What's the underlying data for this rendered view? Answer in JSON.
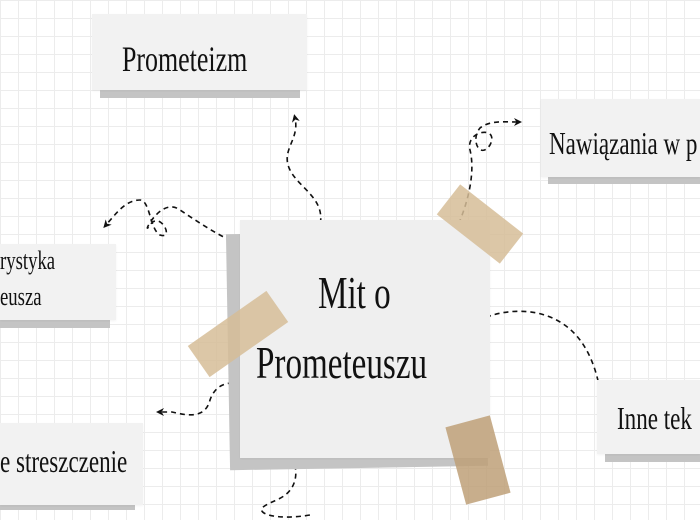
{
  "center": {
    "line1": "Mit o",
    "line2": "Prometeuszu"
  },
  "branches": [
    {
      "label": "Prometeizm"
    },
    {
      "label": "Nawiązania w p"
    },
    {
      "label": "rystyka",
      "label2": "eusza"
    },
    {
      "label": "e streszczenie"
    },
    {
      "label": "Inne tek"
    }
  ],
  "colors": {
    "tape": "#d6bd98",
    "paper": "#f2f2f2",
    "shadow": "#c4c4c4",
    "arrow": "#111111"
  }
}
